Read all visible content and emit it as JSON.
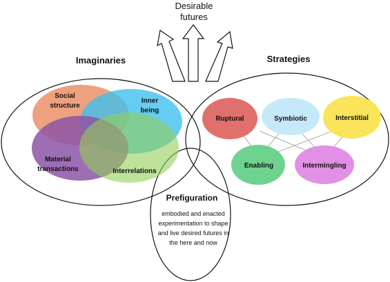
{
  "top_label": [
    "Desirable",
    "futures"
  ],
  "imaginaries": {
    "title": "Imaginaries",
    "items": [
      {
        "label": [
          "Social",
          "structure"
        ],
        "color": "#E8895F"
      },
      {
        "label": [
          "Inner",
          "being"
        ],
        "color": "#3EC1EE"
      },
      {
        "label": [
          "Material",
          "transactions"
        ],
        "color": "#8D55A7"
      },
      {
        "label": [
          "Interrelations"
        ],
        "color": "#93CE58"
      }
    ]
  },
  "strategies": {
    "title": "Strategies",
    "items": [
      {
        "label": [
          "Ruptural"
        ],
        "color": "#E0706C"
      },
      {
        "label": [
          "Symbiotic"
        ],
        "color": "#C5E9F9"
      },
      {
        "label": [
          "Interstitial"
        ],
        "color": "#FAE45A"
      },
      {
        "label": [
          "Enabling"
        ],
        "color": "#6ED38F"
      },
      {
        "label": [
          "Intermingling"
        ],
        "color": "#E290E5"
      }
    ]
  },
  "prefiguration": {
    "title": "Prefiguration",
    "description": [
      "embodied and enacted",
      "experimentation to shape",
      "and live desired futures in",
      "the here and now"
    ]
  }
}
